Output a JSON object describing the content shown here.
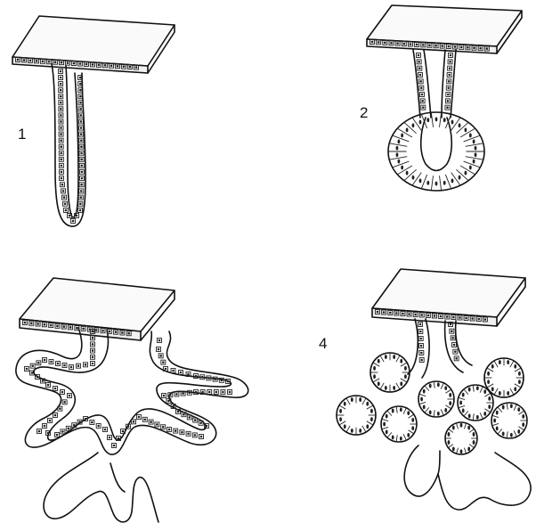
{
  "figure": {
    "panels": [
      {
        "id": "panel-1",
        "label": "1",
        "stage": "simple-tubular"
      },
      {
        "id": "panel-2",
        "label": "2",
        "stage": "simple-alveolar"
      },
      {
        "id": "panel-3",
        "label": "",
        "stage": "branched-tubular"
      },
      {
        "id": "panel-4",
        "label": "4",
        "stage": "branched-alveolar"
      }
    ]
  }
}
